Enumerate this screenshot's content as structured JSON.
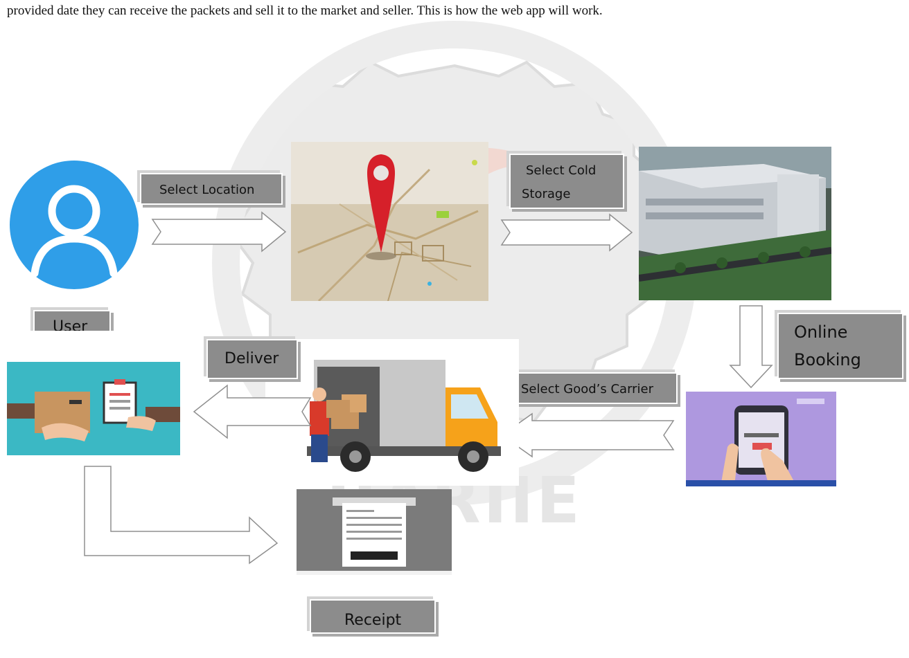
{
  "intro_text": "provided date they can receive the packets and sell it to the market and seller. This is how the web app will work.",
  "watermark_text": "IJARIIE",
  "nodes": {
    "user": {
      "label": "User",
      "icon": "user-avatar-icon",
      "color": "#2f9ee8"
    },
    "location": {
      "label": "Select Location",
      "icon": "map-pin-icon",
      "pin_color": "#d6202a"
    },
    "cold_storage": {
      "label_line1": "Select Cold",
      "label_line2": "Storage",
      "icon": "warehouse-image"
    },
    "online_booking": {
      "label_line1": "Online",
      "label_line2": "Booking",
      "icon": "phone-booking-image",
      "bg_color": "#b09be0"
    },
    "carrier": {
      "label": "Select Good’s Carrier",
      "icon": "delivery-truck-image",
      "truck_color": "#f6a21a"
    },
    "deliver": {
      "label": "Deliver",
      "icon": "package-handover-image",
      "bg_color": "#3bb8c4"
    },
    "receipt": {
      "label": "Receipt",
      "icon": "receipt-image"
    }
  }
}
